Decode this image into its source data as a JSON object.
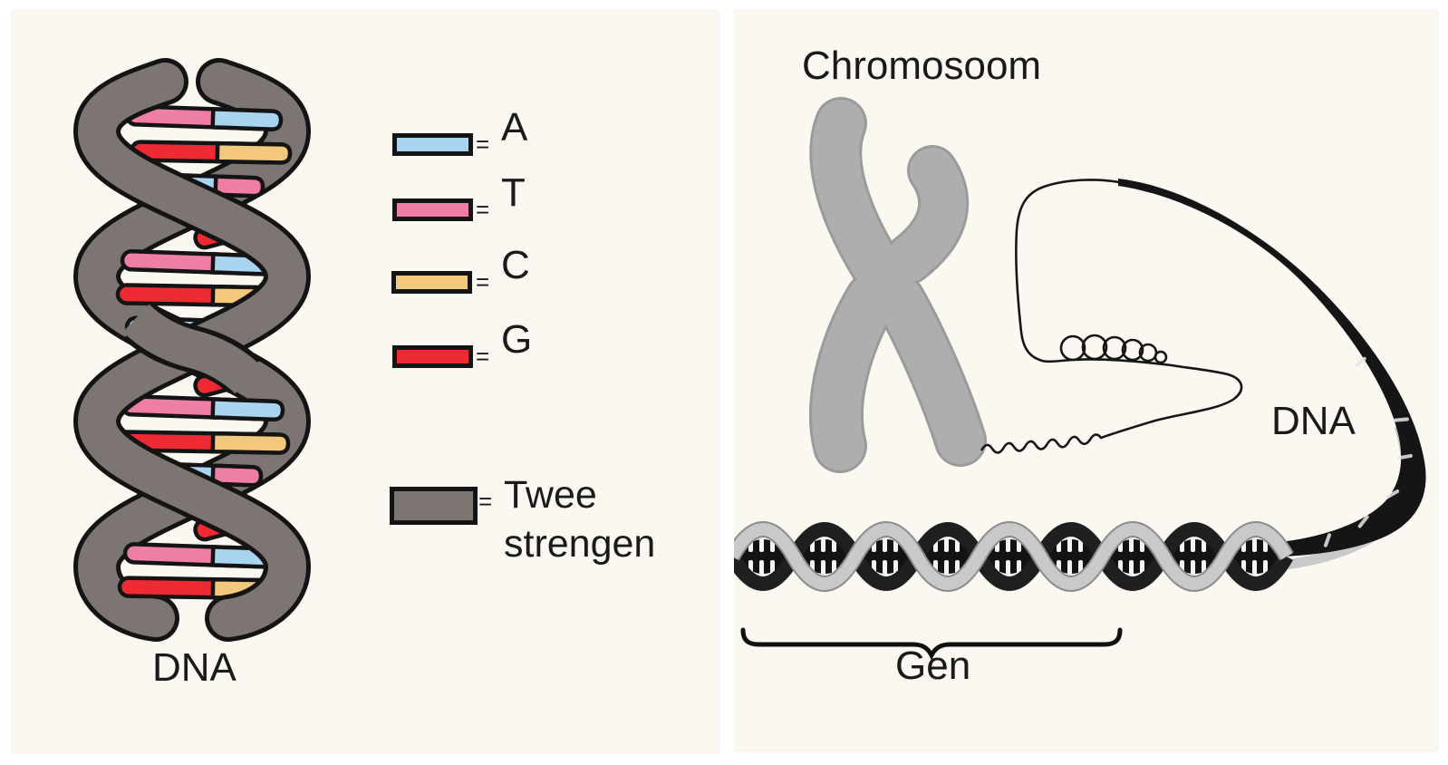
{
  "colors": {
    "panel_bg": "#fbf8f2",
    "ink": "#1a1a1a",
    "adenine_blue": "#a9d4f0",
    "thymine_pink": "#ef7ea6",
    "cytosine_tan": "#f3c87d",
    "guanine_red": "#ee2a33",
    "strand_gray": "#7d7572",
    "chromosome_gray": "#aeaeae"
  },
  "left_panel": {
    "dna_label": "DNA",
    "legend": {
      "equals": "=",
      "items": [
        {
          "symbol": "A",
          "meaning": "adenine",
          "color": "#a9d4f0"
        },
        {
          "symbol": "T",
          "meaning": "thymine",
          "color": "#ef7ea6"
        },
        {
          "symbol": "C",
          "meaning": "cytosine",
          "color": "#f3c87d"
        },
        {
          "symbol": "G",
          "meaning": "guanine",
          "color": "#ee2a33"
        },
        {
          "symbol": "Twee strengen",
          "meaning": "two strands",
          "color": "#7d7572"
        }
      ]
    }
  },
  "right_panel": {
    "title": "Chromosoom",
    "dna_label": "DNA",
    "gene_label": "Gen"
  }
}
